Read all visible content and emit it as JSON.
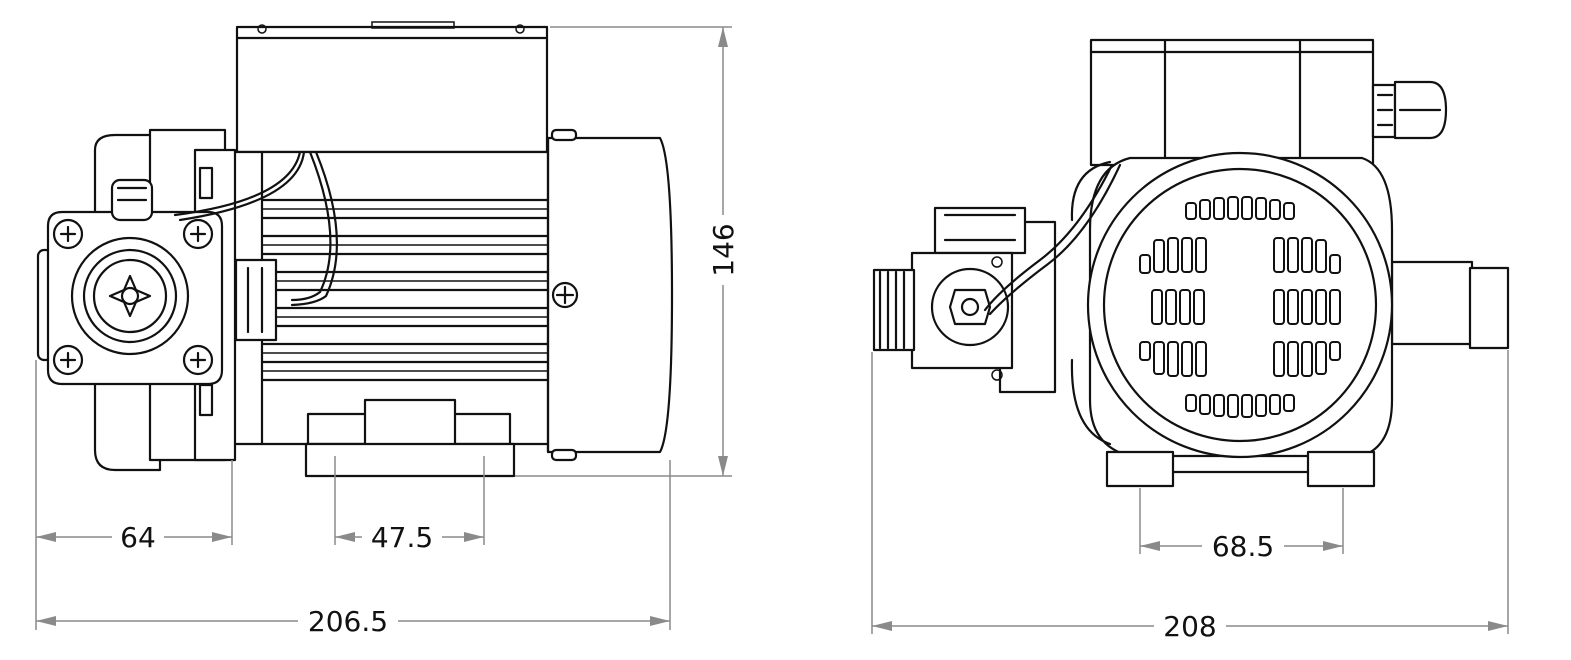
{
  "side_view": {
    "dimensions": {
      "height": "146",
      "base_offset": "64",
      "foot_width": "47.5",
      "overall_length": "206.5"
    }
  },
  "front_view": {
    "dimensions": {
      "foot_spacing": "68.5",
      "overall_width": "208"
    }
  }
}
